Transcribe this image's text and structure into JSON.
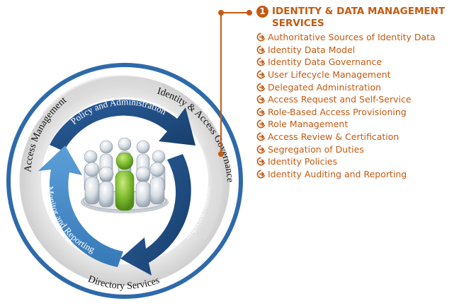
{
  "diagram": {
    "title": "",
    "outer_labels": {
      "access_management": "Access Management",
      "identity_governance": "Identity & Access Governance",
      "directory_services": "Directory Services"
    },
    "inner_labels": {
      "policy_admin": "Policy and Administration",
      "implementation": "Implementation",
      "monitor_reporting": "Monitor and Reporting"
    },
    "center_icon": "people-group-icon",
    "colors": {
      "outer_ring": "#2e6aaa",
      "dark_arrow": "#1c4a7e",
      "light_arrow": "#4a8cc8",
      "accent": "#c55a11",
      "green_person": "#7ab82e"
    }
  },
  "panel": {
    "number": "1",
    "title": "IDENTITY & DATA MANAGEMENT SERVICES",
    "items": [
      "Authoritative Sources of Identity Data",
      "Identity Data Model",
      "Identity Data Governance",
      "User Lifecycle Management",
      "Delegated Administration",
      "Access Request and Self-Service",
      "Role-Based Access Provisioning",
      "Role Management",
      "Access Review & Certification",
      "Segregation of Duties",
      "Identity Policies",
      "Identity Auditing and Reporting"
    ]
  }
}
